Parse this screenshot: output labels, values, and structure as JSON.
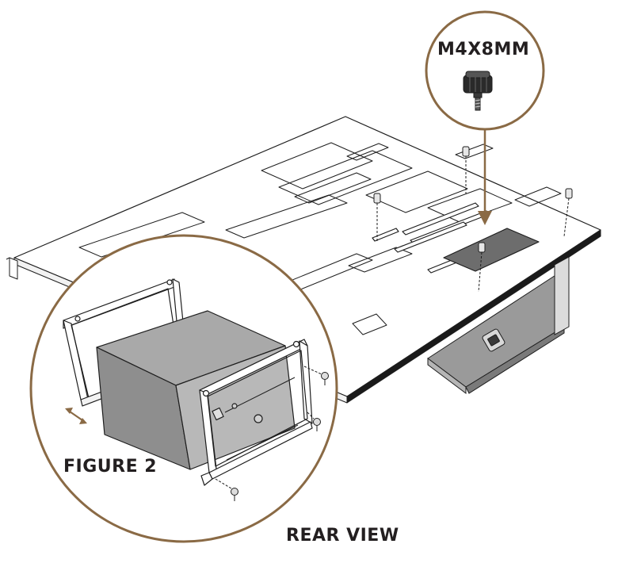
{
  "callout": {
    "label": "M4X8MM"
  },
  "figure": {
    "label": "FIGURE 2"
  },
  "view": {
    "label": "REAR VIEW"
  },
  "colors": {
    "accent": "#8a6a45",
    "outline": "#1e1e1e",
    "plate": "#ffffff",
    "psu_front": "#8e8e8e",
    "psu_top": "#a9a9a9",
    "psu_side": "#b8b8b8",
    "cutout_dark": "#6d6d6d"
  }
}
